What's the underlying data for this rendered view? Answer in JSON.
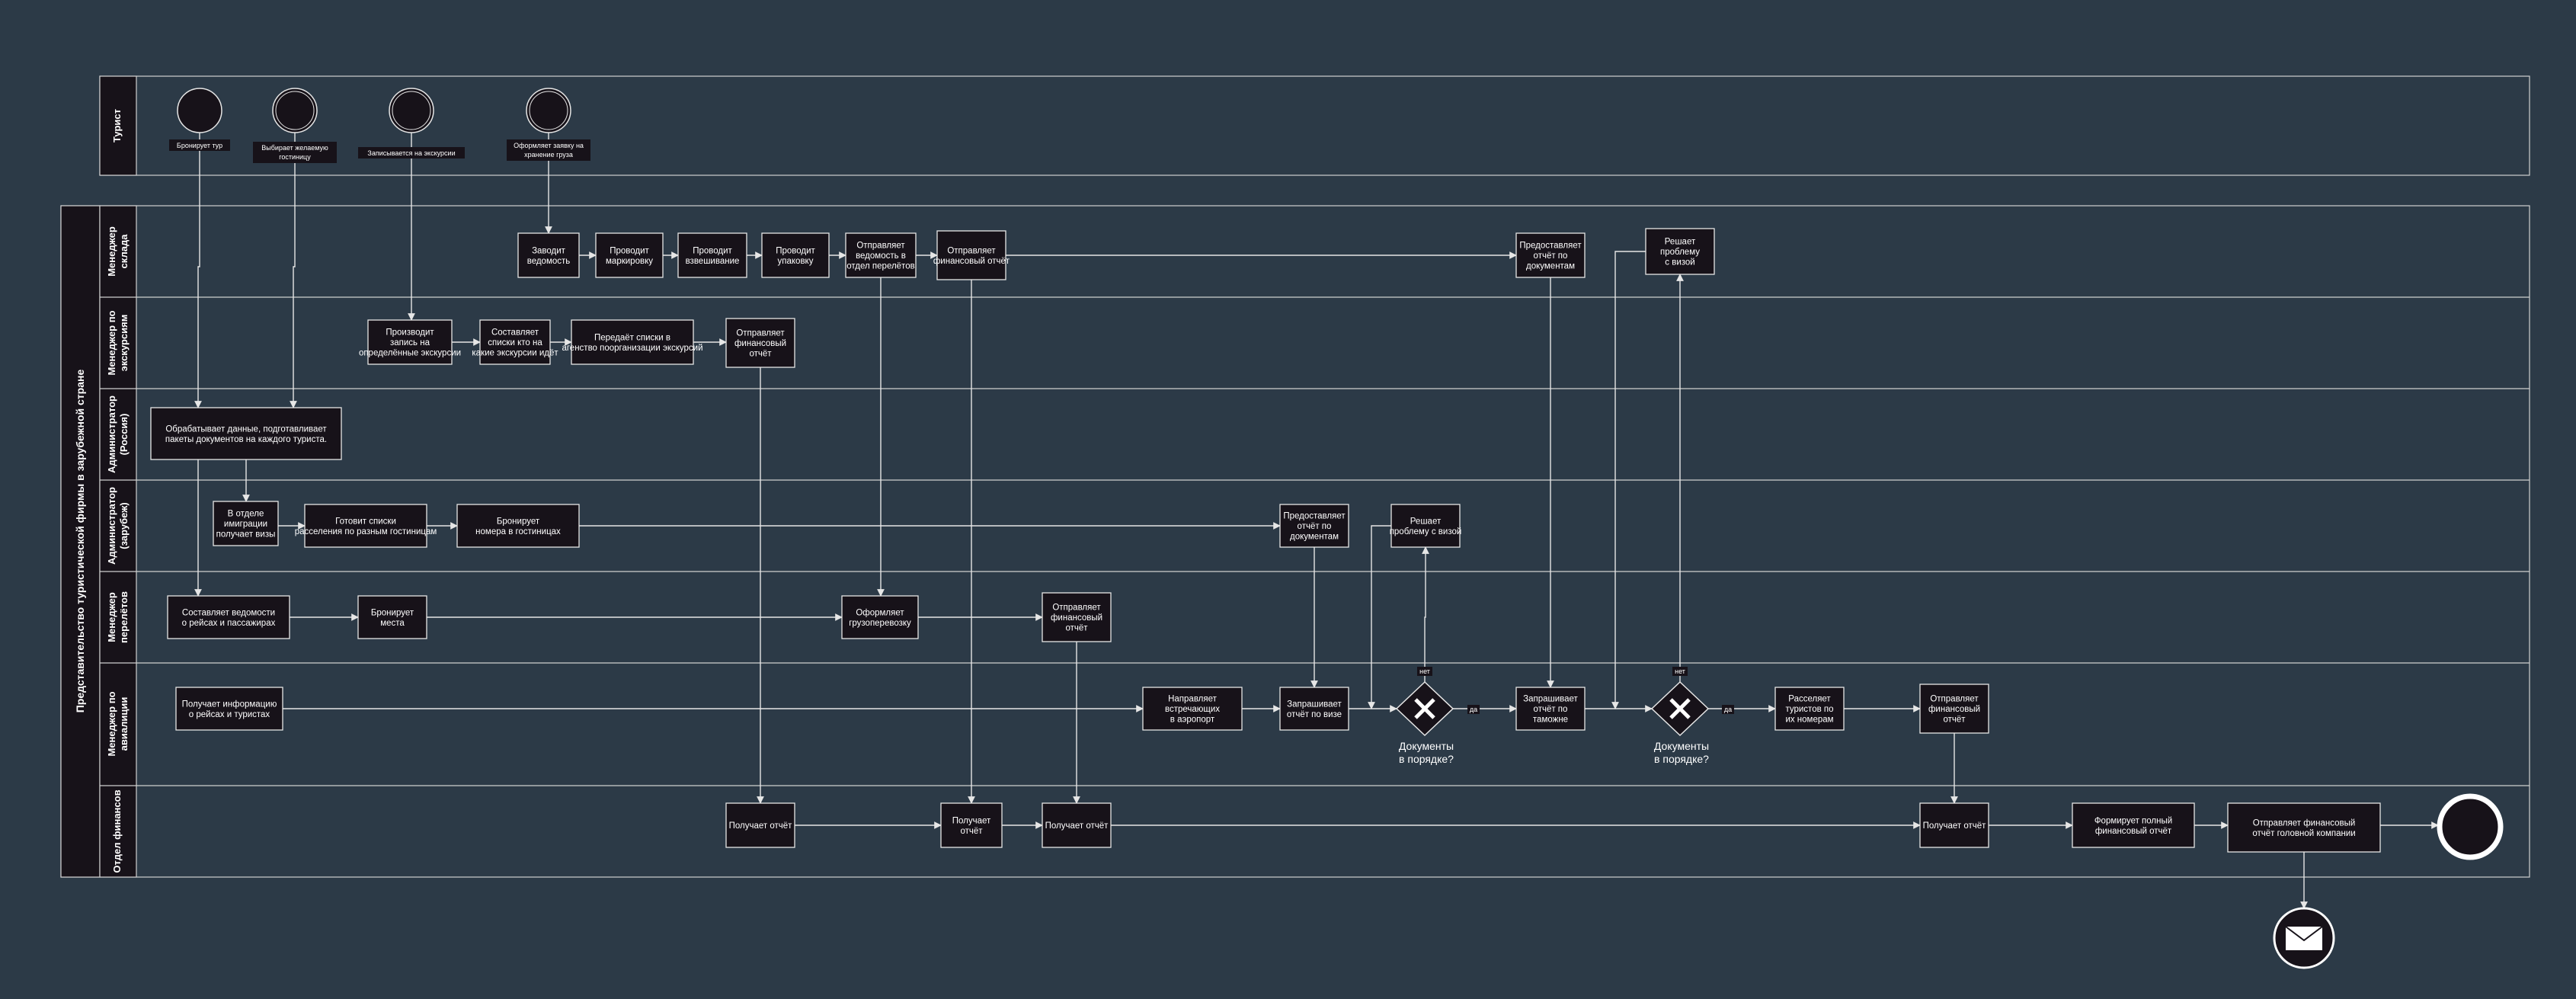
{
  "colors": {
    "background": "#2c3a47",
    "node_fill": "#171219",
    "line": "#e6e6e6",
    "text": "#ffffff"
  },
  "pool_label": "Представительство туристической фирмы в зарубежной стране",
  "lanes": {
    "tourist": "Турист",
    "warehouse": "Менеджер склада",
    "excursions": "Менеджер по экскурсиям",
    "admin_ru": "Администратор (Россия)",
    "admin_abroad": "Администратор (зарубеж)",
    "flights": "Менеджер перелётов",
    "aviation": "Менеджер по авиалиции",
    "finance": "Отдел финансов"
  },
  "start_events": [
    "Бронирует тур",
    "Выбирает желаемую гостиницу",
    "Записывается на экскурсии",
    "Оформляет заявку на хранение груза"
  ],
  "tasks": {
    "w1": "Заводит ведомость",
    "w2": "Проводит маркировку",
    "w3": "Проводит взвешивание",
    "w4": "Проводит упаковку",
    "w5": "Отправляет ведомость в отдел перелётов",
    "w6": "Отправляет финансовый отчёт",
    "w7": "Предоставляет отчёт по документам",
    "w8": "Решает проблему с визой",
    "e1": "Производит запись на определённые экскурсии",
    "e2": "Составляет списки кто на какие экскурсии идёт",
    "e3": "Передаёт списки в агенство поорганизации экскурсий",
    "e4": "Отправляет финансовый отчёт",
    "r1": "Обрабатывает данные, подготавливает пакеты документов на каждого туриста.",
    "a1": "В отделе имиграции получает визы",
    "a2": "Готовит списки расселения по разным гостиницам",
    "a3": "Бронирует номера в гостиницах",
    "a4": "Предоставляет отчёт по документам",
    "a5": "Решает проблему с визой",
    "f1": "Составляет ведомости о рейсах и пассажирах",
    "f2": "Бронирует места",
    "f3": "Оформляет грузоперевозку",
    "f4": "Отправляет финансовый отчёт",
    "v1": "Получает информацию о рейсах и туристах",
    "v2": "Направляет встречающих в аэропорт",
    "v3": "Запрашивает отчёт по визе",
    "v4": "Запрашивает отчёт по таможне",
    "v5": "Расселяет туристов по их номерам",
    "v6": "Отправляет финансовый отчёт",
    "n1": "Получает отчёт",
    "n2": "Получает отчёт",
    "n3": "Получает отчёт",
    "n4": "Получает отчёт",
    "n5": "Формирует полный финансовый отчёт",
    "n6": "Отправляет финансовый отчёт головной компании"
  },
  "gateways": {
    "g1_label": "Документы в порядке?",
    "g2_label": "Документы в порядке?",
    "no": "нет",
    "yes": "да"
  }
}
